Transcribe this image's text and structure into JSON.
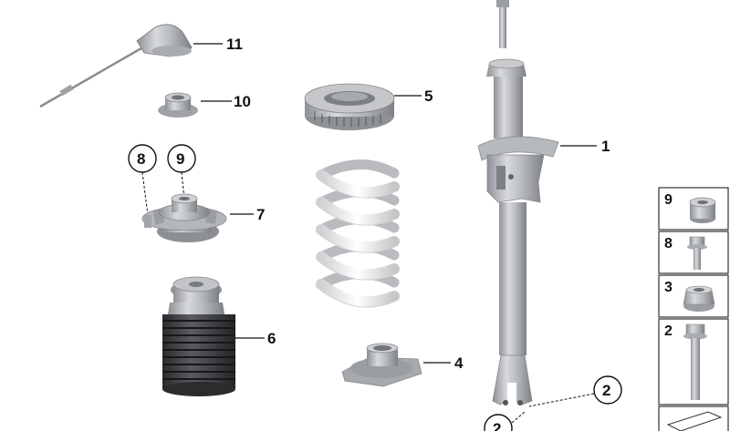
{
  "callouts": {
    "c1": "1",
    "c2": "2",
    "c2b": "2",
    "c4": "4",
    "c5": "5",
    "c6": "6",
    "c7": "7",
    "c8": "8",
    "c9": "9",
    "c10": "10",
    "c11": "11"
  },
  "side_panel": [
    {
      "label": "9",
      "icon": "nut-with-collar-icon"
    },
    {
      "label": "8",
      "icon": "hex-bolt-short-icon"
    },
    {
      "label": "3",
      "icon": "flange-nut-icon"
    },
    {
      "label": "2",
      "icon": "hex-bolt-long-icon"
    }
  ]
}
